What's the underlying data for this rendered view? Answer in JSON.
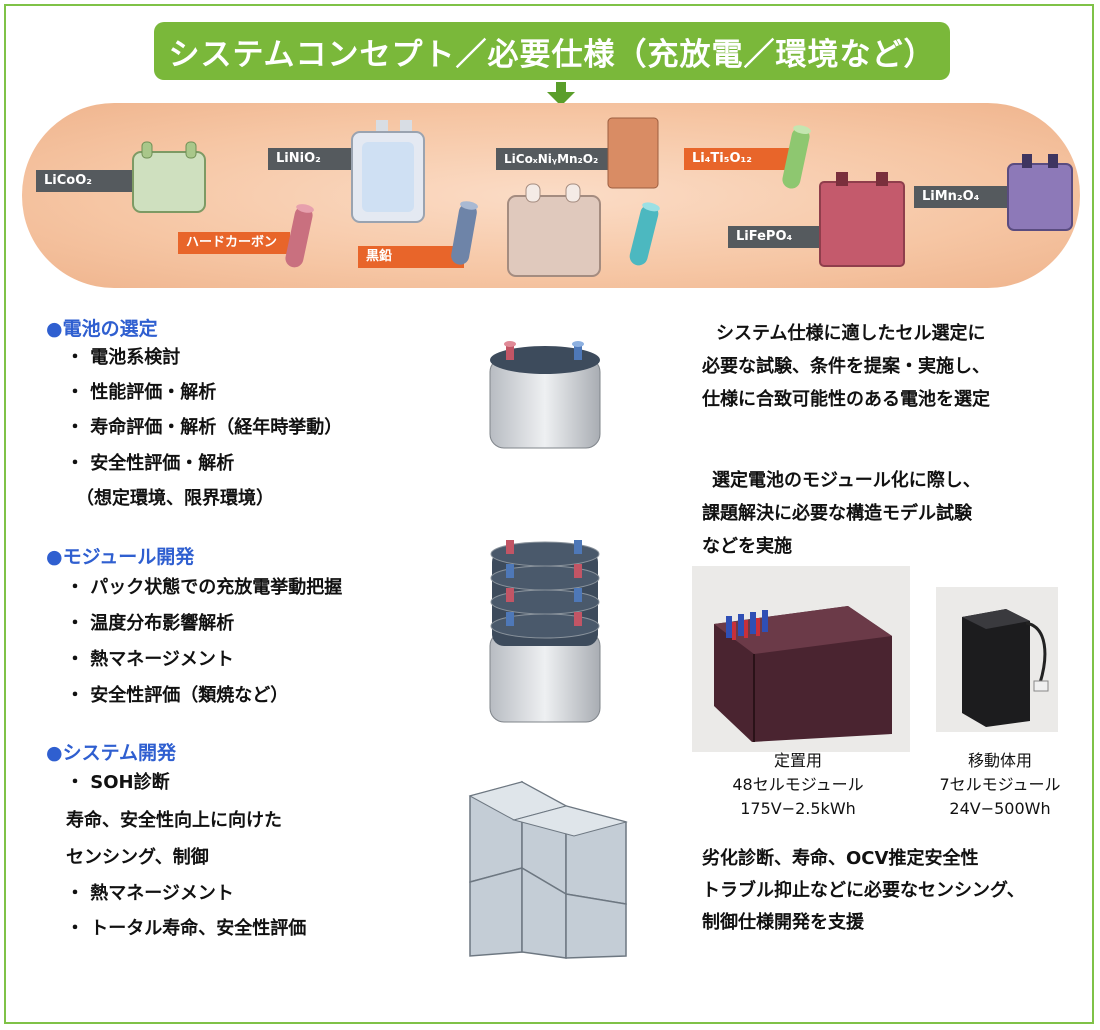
{
  "banner": {
    "title": "システムコンセプト／必要仕様（充放電／環境など）"
  },
  "materials": {
    "licoo2": "LiCoO₂",
    "hard_carbon": "ハードカーボン",
    "linio2": "LiNiO₂",
    "graphite": "黒鉛",
    "nmc": "LiCoₓNiᵧMn₂O₂",
    "li4ti5o12": "Li₄Ti₅O₁₂",
    "lifepo4": "LiFePO₄",
    "limn2o4": "LiMn₂O₄"
  },
  "sections": {
    "battery_selection": {
      "title": "●電池の選定",
      "items": [
        "・ 電池系検討",
        "・ 性能評価・解析",
        "・ 寿命評価・解析（経年時挙動）",
        "・ 安全性評価・解析",
        "（想定環境、限界環境）"
      ]
    },
    "module_dev": {
      "title": "●モジュール開発",
      "items": [
        "・ パック状態での充放電挙動把握",
        "・ 温度分布影響解析",
        "・ 熱マネージメント",
        "・ 安全性評価（類焼など）"
      ]
    },
    "system_dev": {
      "title": "●システム開発",
      "items": [
        "・ SOH診断",
        "寿命、安全性向上に向けた",
        "センシング、制御",
        "・ 熱マネージメント",
        "・ トータル寿命、安全性評価"
      ]
    }
  },
  "right": {
    "p1": [
      "システム仕様に適したセル選定に",
      "必要な試験、条件を提案・実施し、",
      "仕様に合致可能性のある電池を選定"
    ],
    "p2": [
      "選定電池のモジュール化に際し、",
      "課題解決に必要な構造モデル試験",
      "などを実施"
    ],
    "p3": [
      "劣化診断、寿命、OCV推定安全性",
      "トラブル抑止などに必要なセンシング、",
      "制御仕様開発を支援"
    ],
    "stationary": [
      "定置用",
      "48セルモジュール",
      "175V−2.5kWh"
    ],
    "mobile": [
      "移動体用",
      "7セルモジュール",
      "24V−500Wh"
    ]
  },
  "colors": {
    "green": "#7ab83a",
    "blue_title": "#2f5fd0",
    "orange_label": "#e8652a",
    "gray_label": "#555a5e"
  }
}
